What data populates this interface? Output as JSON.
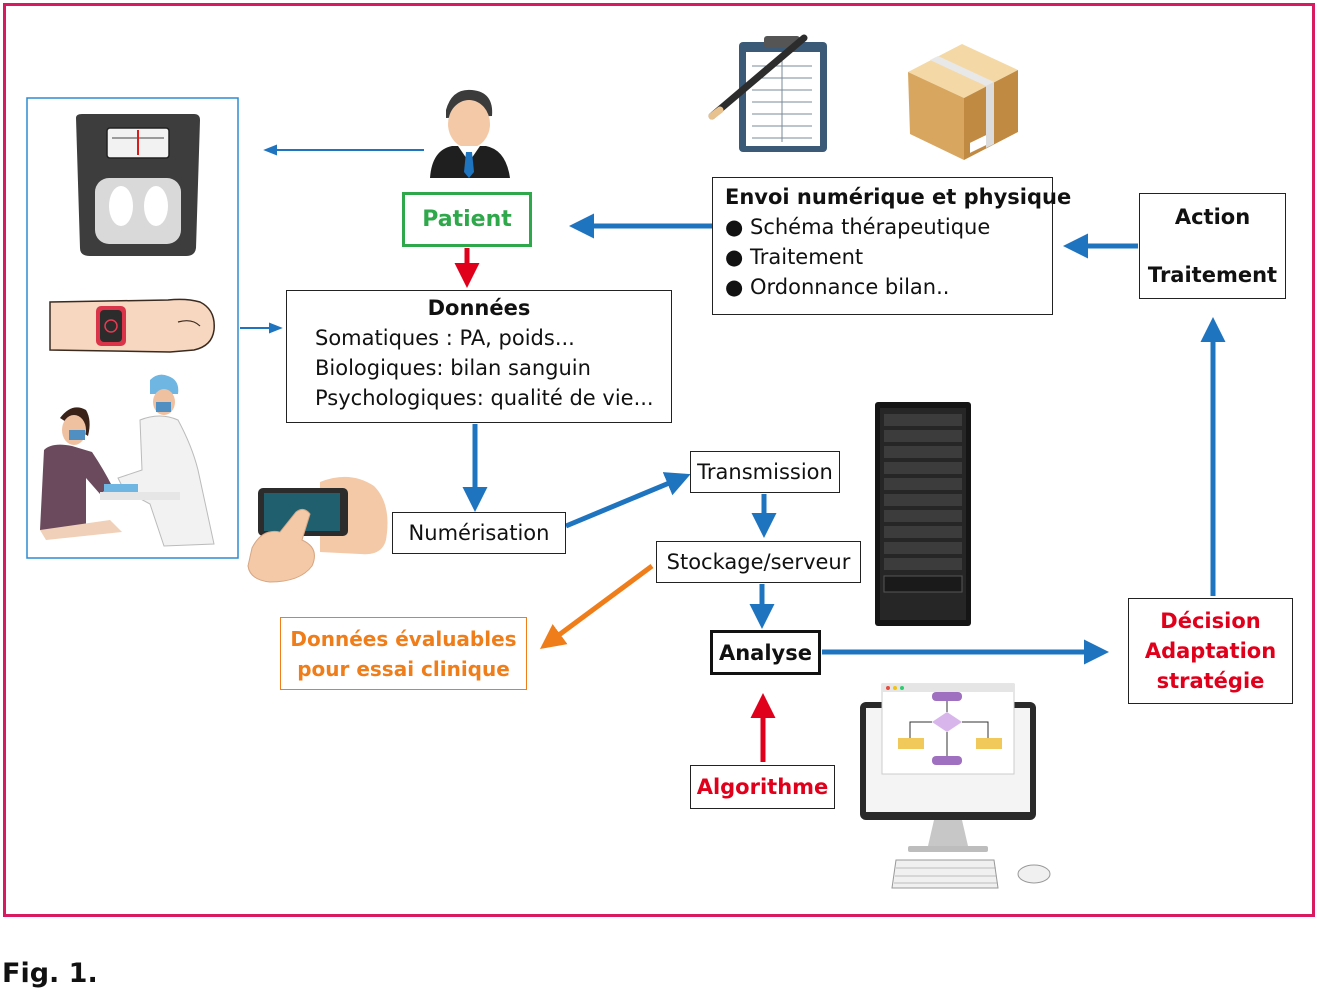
{
  "colors": {
    "frame": "#d81b60",
    "flow_arrow": "#1f74c0",
    "alert_arrow": "#e0001b",
    "orange": "#ef7d1a",
    "green": "#2ea84a",
    "red_text": "#e0001b"
  },
  "nodes": {
    "patient": {
      "label": "Patient",
      "color": "green"
    },
    "donnees": {
      "title": "Données",
      "lines": [
        "Somatiques : PA, poids...",
        "Biologiques: bilan sanguin",
        "Psychologiques: qualité de vie..."
      ]
    },
    "numerisation": {
      "label": "Numérisation"
    },
    "transmission": {
      "label": "Transmission"
    },
    "stockage": {
      "label": "Stockage/serveur"
    },
    "analyse": {
      "label": "Analyse"
    },
    "algorithme": {
      "label": "Algorithme"
    },
    "donnees_evaluables": {
      "line1": "Données évaluables",
      "line2": "pour essai clinique"
    },
    "decision": {
      "line1": "Décision",
      "line2": "Adaptation",
      "line3": "stratégie"
    },
    "action": {
      "line1": "Action",
      "line2": "Traitement"
    },
    "envoi": {
      "title": "Envoi numérique et physique",
      "items": [
        "Schéma thérapeutique",
        "Traitement",
        "Ordonnance bilan.."
      ]
    }
  },
  "icons": [
    "bathroom-scale-icon",
    "smartwatch-icon",
    "blood-draw-icon",
    "doctor-avatar-icon",
    "clipboard-icon",
    "parcel-box-icon",
    "smartphone-icon",
    "server-rack-icon",
    "computer-flowchart-icon"
  ],
  "caption": "Fig. 1."
}
